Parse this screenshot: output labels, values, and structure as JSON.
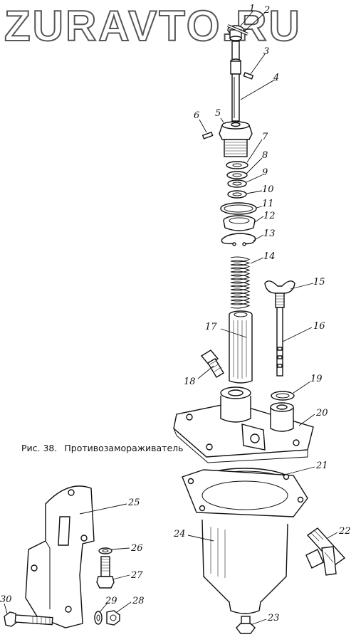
{
  "watermark": "ZURAVTO.RU",
  "caption": {
    "figure_label": "Рис. 38.",
    "title": "Противозамораживатель"
  },
  "callouts": [
    "1",
    "2",
    "3",
    "4",
    "5",
    "6",
    "7",
    "8",
    "9",
    "10",
    "11",
    "12",
    "13",
    "14",
    "15",
    "16",
    "17",
    "18",
    "19",
    "20",
    "21",
    "22",
    "23",
    "24",
    "25",
    "26",
    "27",
    "28",
    "29",
    "30"
  ]
}
